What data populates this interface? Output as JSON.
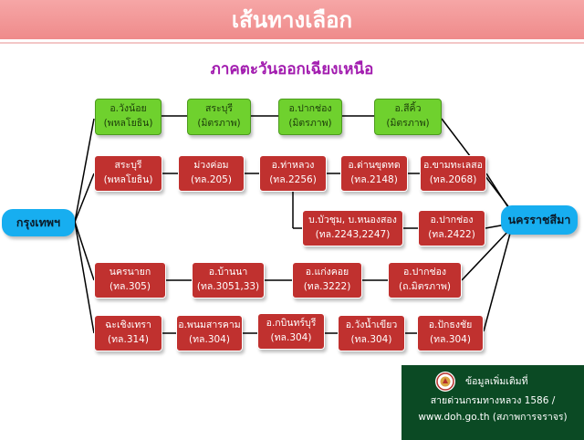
{
  "header": {
    "title": "เส้นทางเลือก"
  },
  "region_title": "ภาคตะวันออกเฉียงเหนือ",
  "origin": "กรุงเทพฯ",
  "destination": "นครราชสีมา",
  "routes": [
    {
      "style": "green",
      "boxes": [
        {
          "line1": "อ.วังน้อย",
          "line2": "(พหลโยธิน)"
        },
        {
          "line1": "สระบุรี",
          "line2": "(มิตรภาพ)"
        },
        {
          "line1": "อ.ปากช่อง",
          "line2": "(มิตรภาพ)"
        },
        {
          "line1": "อ.สีคิ้ว",
          "line2": "(มิตรภาพ)"
        }
      ]
    },
    {
      "style": "red",
      "boxes": [
        {
          "line1": "สระบุรี",
          "line2": "(พหลโยธิน)"
        },
        {
          "line1": "ม่วงค่อม",
          "line2": "(ทล.205)"
        },
        {
          "line1": "อ.ท่าหลวง",
          "line2": "(ทล.2256)"
        },
        {
          "line1": "อ.ด่านขุดทด",
          "line2": "(ทล.2148)"
        },
        {
          "line1": "อ.ขามทะเลสอ",
          "line2": "(ทล.2068)"
        }
      ]
    },
    {
      "style": "red",
      "boxes": [
        {
          "line1": "บ.บัวชุม, บ.หนองสอง",
          "line2": "(ทล.2243,2247)"
        },
        {
          "line1": "อ.ปากช่อง",
          "line2": "(ทล.2422)"
        }
      ]
    },
    {
      "style": "red",
      "boxes": [
        {
          "line1": "นครนายก",
          "line2": "(ทล.305)"
        },
        {
          "line1": "อ.บ้านนา",
          "line2": "(ทล.3051,33)"
        },
        {
          "line1": "อ.แก่งคอย",
          "line2": "(ทล.3222)"
        },
        {
          "line1": "อ.ปากช่อง",
          "line2": "(ถ.มิตรภาพ)"
        }
      ]
    },
    {
      "style": "red",
      "boxes": [
        {
          "line1": "ฉะเชิงเทรา",
          "line2": "(ทล.314)"
        },
        {
          "line1": "อ.พนมสารคาม",
          "line2": "(ทล.304)"
        },
        {
          "line1": "อ.กบินทร์บุรี",
          "line2": "(ทล.304)"
        },
        {
          "line1": "อ.วังน้ำเขียว",
          "line2": "(ทล.304)"
        },
        {
          "line1": "อ.ปักธงชัย",
          "line2": "(ทล.304)"
        }
      ]
    }
  ],
  "info_box": {
    "line1": "ข้อมูลเพิ่มเติมที่",
    "line2": "สายด่วนกรมทางหลวง 1586 /",
    "line3": "www.doh.go.th (สภาพการจราจร)"
  },
  "colors": {
    "title_bar": "#ef8b8b",
    "subtitle": "#a21caf",
    "red_box": "#c0312f",
    "green_box": "#6fd12e",
    "endpoint": "#17aef0",
    "info_bg": "#0b4a24"
  }
}
